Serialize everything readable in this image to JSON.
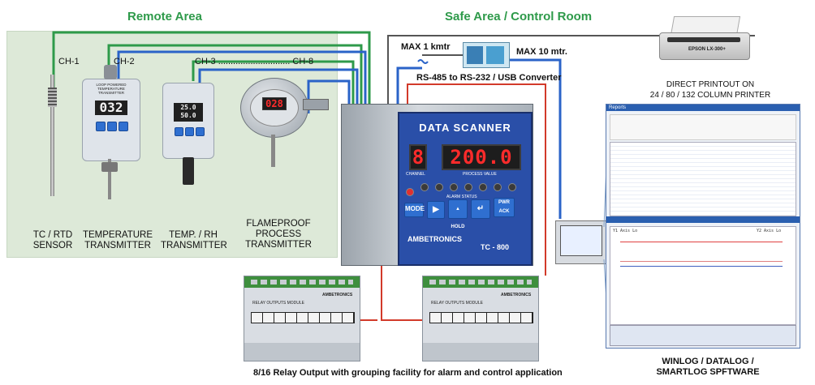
{
  "headings": {
    "remote_area": "Remote Area",
    "safe_area": "Safe Area / Control Room"
  },
  "channels": {
    "ch1": "CH-1",
    "ch2": "CH-2",
    "ch38": "CH-3 ............................. CH-8"
  },
  "links": {
    "max1km": "MAX 1 kmtr",
    "max10m": "MAX 10 mtr.",
    "converter": "RS-485 to RS-232 / USB Converter"
  },
  "devices": {
    "tc_rtd": {
      "line1": "TC / RTD",
      "line2": "SENSOR"
    },
    "temp_tx": {
      "line1": "TEMPERATURE",
      "line2": "TRANSMITTER",
      "display": "032",
      "brand": "LOOP POWERED TEMPERATURE TRANSMITTER"
    },
    "temp_rh_tx": {
      "line1": "TEMP. / RH",
      "line2": "TRANSMITTER",
      "display_top": "25.0",
      "display_bot": "50.0"
    },
    "flameproof_tx": {
      "line1": "FLAMEPROOF",
      "line2": "PROCESS",
      "line3": "TRANSMITTER",
      "display": "028"
    }
  },
  "scanner": {
    "title": "DATA SCANNER",
    "channel_digit": "8",
    "process_value": "200.0",
    "channel_label": "CHANNEL",
    "pv_label": "PROCESS VALUE",
    "alarm_label": "ALARM STATUS",
    "buttons": [
      "MODE",
      "▶",
      "▲ HOLD",
      "↵",
      "PWR ACK"
    ],
    "brand": "AMBETRONICS",
    "model": "TC - 800"
  },
  "printer": {
    "model": "EPSON LX-300+",
    "caption_line1": "DIRECT PRINTOUT ON",
    "caption_line2": "24 / 80 / 132 COLUMN PRINTER"
  },
  "relays": {
    "module_label": "RELAY OUTPUTS MODULE",
    "brand": "AMBETRONICS",
    "caption": "8/16 Relay Output with grouping facility for alarm and control application"
  },
  "software": {
    "window_title": "Reports",
    "graph_title": "Y1 Axis Lo",
    "graph_title2": "Y2 Axis Lo",
    "caption_line1": "WINLOG / DATALOG /",
    "caption_line2": "SMARTLOG SPFTWARE"
  },
  "colors": {
    "heading_green": "#2e9a4a",
    "cable_green": "#2e9a4a",
    "cable_blue": "#2a63c8",
    "cable_red": "#d23a2a",
    "cable_gray": "#555555",
    "panel_blue": "#2a4fa8"
  }
}
